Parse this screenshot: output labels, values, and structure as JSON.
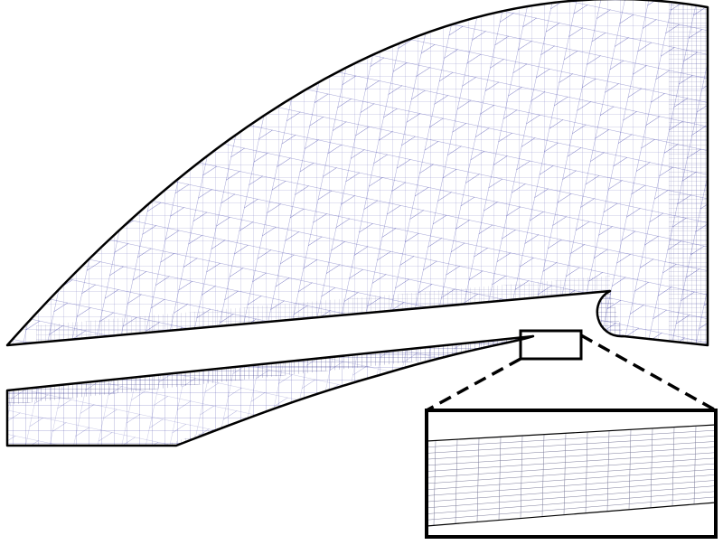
{
  "figure": {
    "description_visible_text": "",
    "colors": {
      "background": "#ffffff",
      "mesh_line": "#3a3aa6",
      "mesh_dense": "#1e1e7a",
      "outline": "#000000",
      "inset_mesh": "#7b7b9a"
    },
    "regions": [
      {
        "name": "upper-domain"
      },
      {
        "name": "lower-domain"
      }
    ],
    "zoom": {
      "source_box": "zoom-source-box",
      "inset": "zoom-inset-box"
    }
  }
}
